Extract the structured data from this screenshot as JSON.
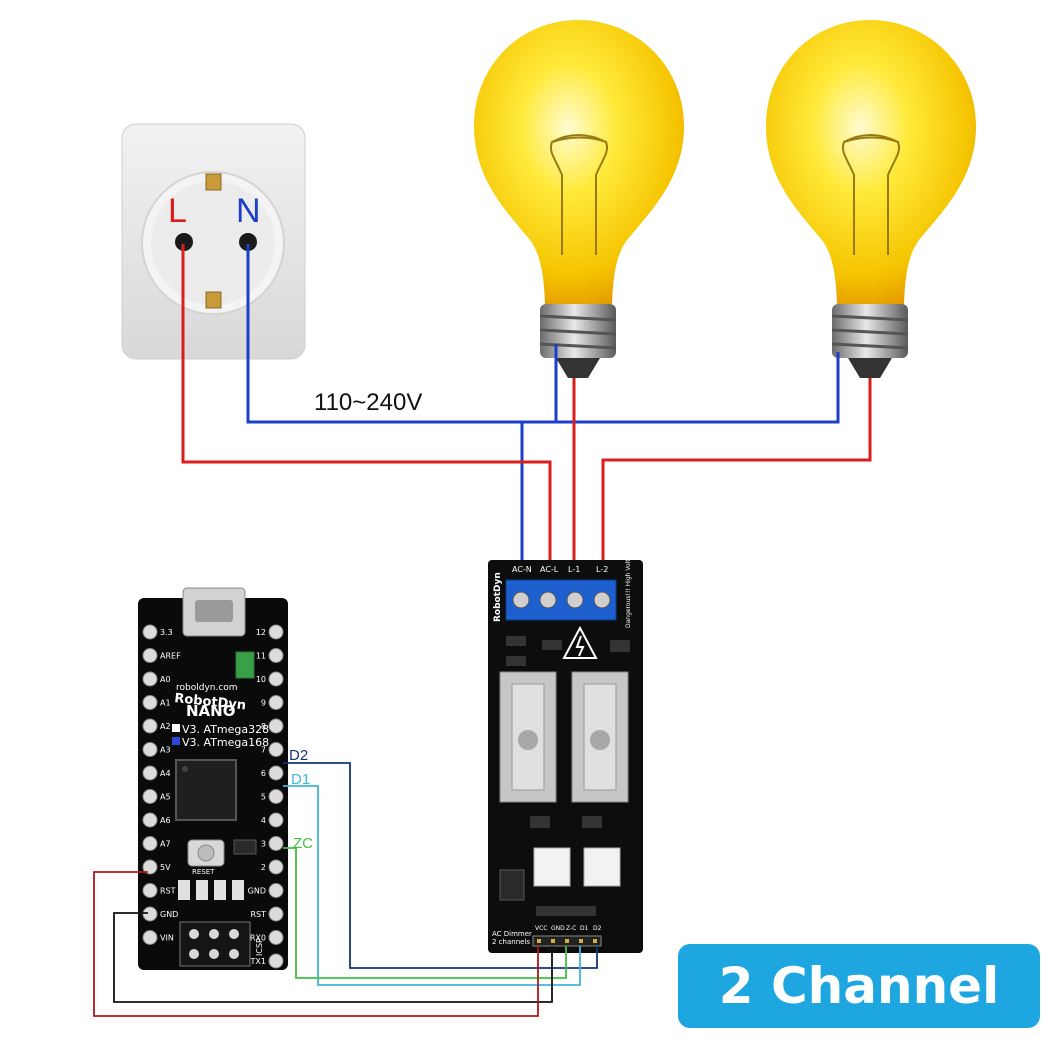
{
  "socket": {
    "live_label": "L",
    "neutral_label": "N"
  },
  "voltage_label": "110~240V",
  "dimmer": {
    "terminals": [
      "AC-N",
      "AC-L",
      "L-1",
      "L-2"
    ],
    "brand": "RobotDyn",
    "warning": "Dangerous!!! High Voltage",
    "title": "AC Dimmer",
    "subtitle": "2 channels",
    "pins": [
      "VCC",
      "GND",
      "Z-C",
      "D1",
      "D2"
    ]
  },
  "nano": {
    "brand": "RobotDyn",
    "site": "roboldyn.com",
    "model": "NANO",
    "chip_1": "V3. ATmega328",
    "chip_2": "V3. ATmega168",
    "reset_label": "RESET",
    "icsp_label": "ICSP",
    "left_pins": [
      "3.3",
      "AREF",
      "A0",
      "A1",
      "A2",
      "A3",
      "A4",
      "A5",
      "A6",
      "A7",
      "5V",
      "RST",
      "GND",
      "VIN"
    ],
    "right_pins": [
      "12",
      "11",
      "10",
      "9",
      "8",
      "7",
      "6",
      "5",
      "4",
      "3",
      "2",
      "GND",
      "RST",
      "RX0",
      "TX1"
    ]
  },
  "signals": {
    "d2": "D2",
    "d1": "D1",
    "zc": "ZC"
  },
  "badge": {
    "text": "2 Channel"
  },
  "colors": {
    "live": "#d81e1e",
    "neutral": "#1a3fc8",
    "d2": "#13367a",
    "d1": "#3fb6e0",
    "zc": "#3fc23f",
    "vcc": "#b01818",
    "gnd": "#111111",
    "badge": "#1ea6e0"
  }
}
